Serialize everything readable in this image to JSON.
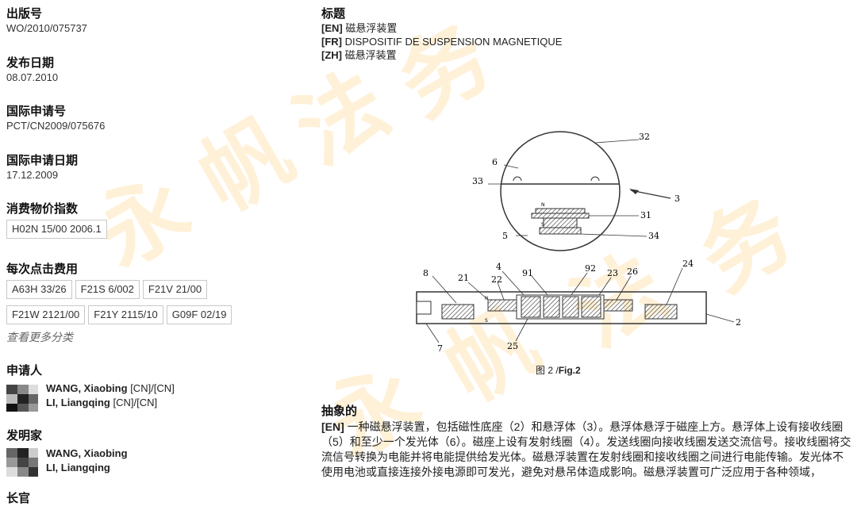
{
  "left": {
    "pub_no_label": "出版号",
    "pub_no": "WO/2010/075737",
    "pub_date_label": "发布日期",
    "pub_date": "08.07.2010",
    "app_no_label": "国际申请号",
    "app_no": "PCT/CN2009/075676",
    "app_date_label": "国际申请日期",
    "app_date": "17.12.2009",
    "cpi_label": "消费物价指数",
    "cpi_tag": "H02N 15/00 2006.1",
    "cost_label": "每次点击费用",
    "cost_tags_row1": [
      "A63H 33/26",
      "F21S 6/002",
      "F21V 21/00"
    ],
    "cost_tags_row2": [
      "F21W 2121/00",
      "F21Y 2115/10",
      "G09F 02/19"
    ],
    "more_link": "查看更多分类",
    "applicants_label": "申请人",
    "applicant1_name": "WANG, Xiaobing",
    "applicant1_cc": "[CN]/[CN]",
    "applicant2_name": "LI, Liangqing",
    "applicant2_cc": "[CN]/[CN]",
    "inventors_label": "发明家",
    "inventor1": "WANG, Xiaobing",
    "inventor2": "LI, Liangqing",
    "cut_label": "长官"
  },
  "right": {
    "title_label": "标题",
    "en_tag": "[EN]",
    "en_title": "磁悬浮装置",
    "fr_tag": "[FR]",
    "fr_title": "DISPOSITIF DE SUSPENSION MAGNETIQUE",
    "zh_tag": "[ZH]",
    "zh_title": "磁悬浮装置",
    "figure_caption_prefix": "图 2 /",
    "figure_caption_bold": "Fig.2",
    "abstract_label": "抽象的",
    "abstract_tag": "[EN]",
    "abstract_text": "一种磁悬浮装置，包括磁性底座（2）和悬浮体（3）。悬浮体悬浮于磁座上方。悬浮体上设有接收线圈（5）和至少一个发光体（6）。磁座上设有发射线圈（4）。发送线圈向接收线圈发送交流信号。接收线圈将交流信号转换为电能并将电能提供给发光体。磁悬浮装置在发射线圈和接收线圈之间进行电能传输。发光体不使用电池或直接连接外接电源即可发光，避免对悬吊体造成影响。磁悬浮装置可广泛应用于各种领域，",
    "figure_labels": {
      "l32": "32",
      "l6": "6",
      "l33": "33",
      "l3": "3",
      "l31": "31",
      "l5": "5",
      "l34": "34",
      "l8": "8",
      "l21": "21",
      "l22": "22",
      "l4": "4",
      "l91": "91",
      "l92": "92",
      "l23": "23",
      "l26": "26",
      "l24": "24",
      "l2": "2",
      "l7": "7",
      "l25": "25",
      "lN": "N",
      "lS": "S"
    }
  },
  "watermark": [
    "永",
    "帆",
    "法",
    "务",
    "永",
    "帆",
    "法",
    "务"
  ]
}
